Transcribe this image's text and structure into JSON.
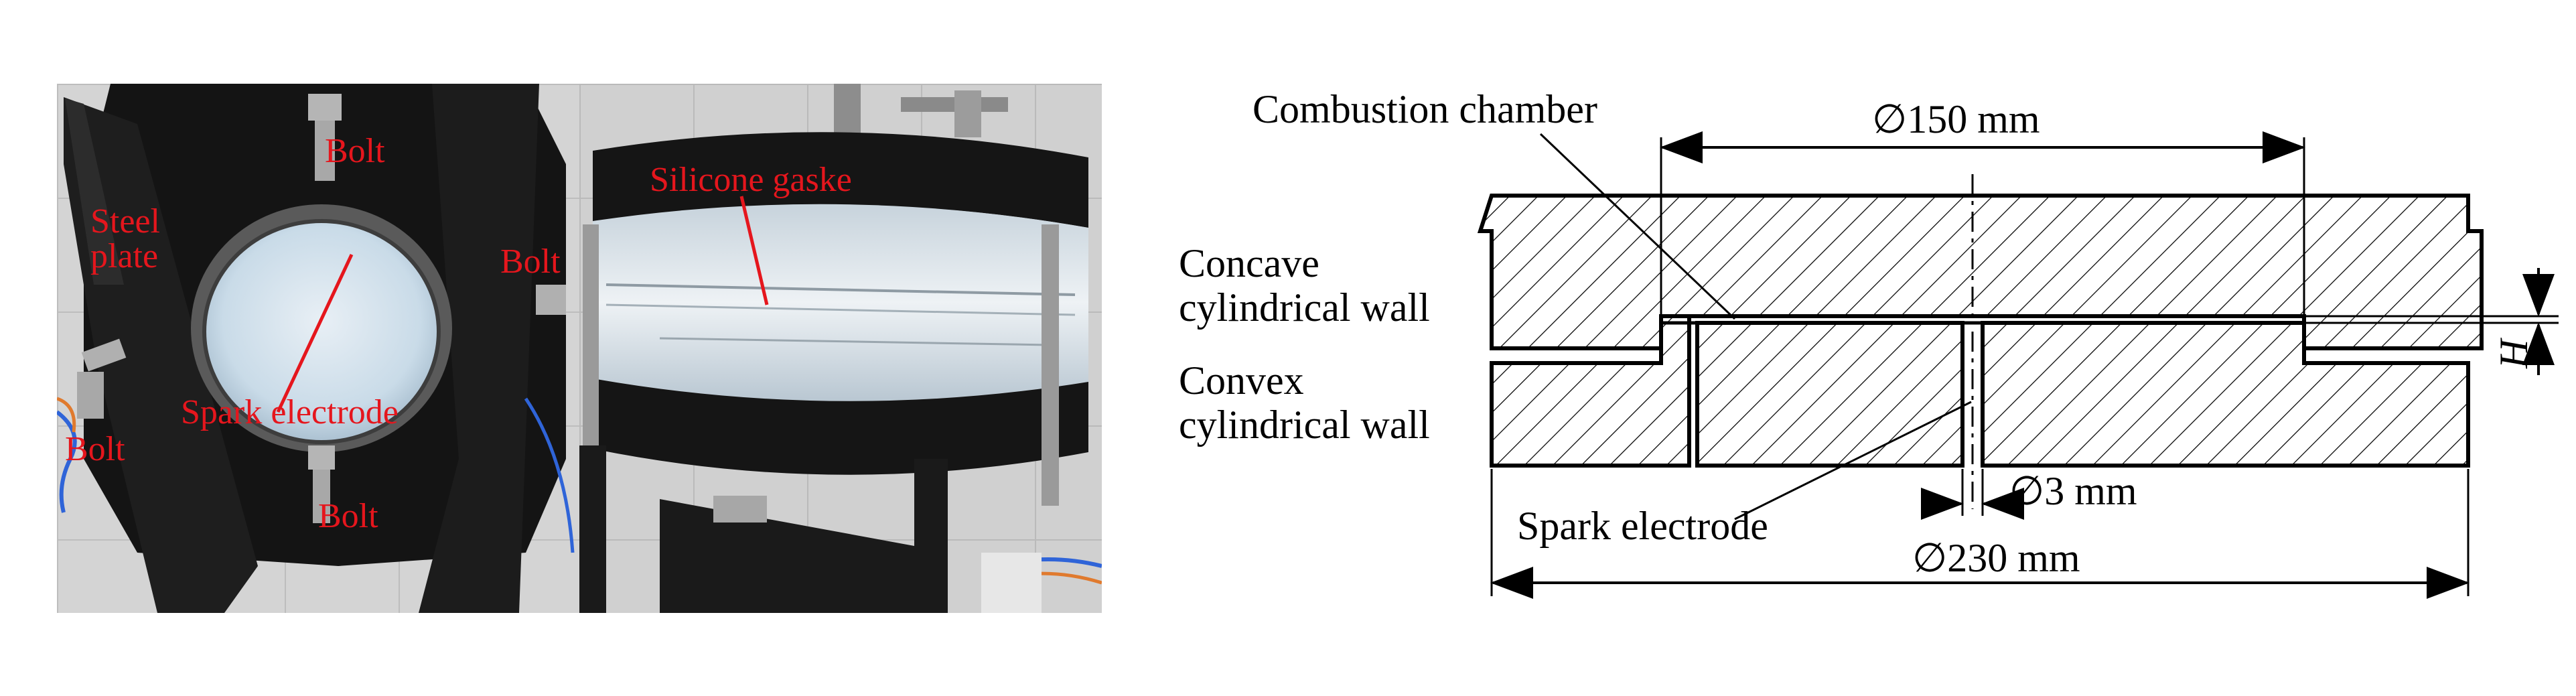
{
  "figure": {
    "photo_left": {
      "labels": {
        "bolt_top": "Bolt",
        "steel_plate_line1": "Steel",
        "steel_plate_line2": "plate",
        "bolt_right": "Bolt",
        "spark_electrode": "Spark electrode",
        "bolt_left": "Bolt",
        "bolt_bottom": "Bolt"
      }
    },
    "photo_right": {
      "labels": {
        "silicone_gasket": "Silicone gaske"
      }
    },
    "schematic": {
      "combustion_chamber": "Combustion chamber",
      "dim_chamber_diameter": "∅150 mm",
      "concave_wall_line1": "Concave",
      "concave_wall_line2": "cylindrical wall",
      "convex_wall_line1": "Convex",
      "convex_wall_line2": "cylindrical wall",
      "gap_height_symbol": "H",
      "dim_electrode_diameter": "∅3 mm",
      "spark_electrode": "Spark electrode",
      "dim_outer_diameter": "∅230 mm"
    }
  },
  "colors": {
    "label_red": "#e5161d",
    "line_black": "#000000",
    "plate_black": "#141414",
    "tile_gray": "#c9c9c9",
    "glass_blue": "#cfe0ec"
  }
}
